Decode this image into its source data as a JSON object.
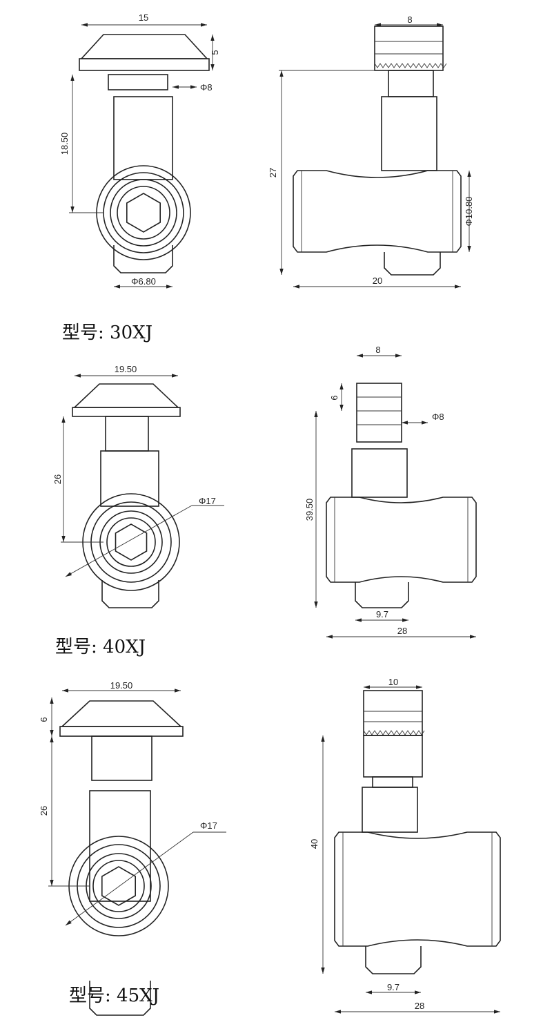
{
  "models": [
    {
      "label": "型号: 30XJ",
      "front": {
        "width": "15",
        "cap_height": "5",
        "neck_dia": "Φ8",
        "length": "18.50",
        "shaft_dia": "Φ6.80"
      },
      "side": {
        "head_width": "8",
        "height": "27",
        "body_dia": "Φ10.80",
        "body_length": "20"
      }
    },
    {
      "label": "型号: 40XJ",
      "front": {
        "width": "19.50",
        "length": "26",
        "ring_dia": "Φ17"
      },
      "side": {
        "head_width": "8",
        "head_height": "6",
        "neck_dia": "Φ8",
        "height": "39.50",
        "tip_width": "9.7",
        "body_length": "28"
      }
    },
    {
      "label": "型号: 45XJ",
      "front": {
        "width": "19.50",
        "cap_height": "6",
        "length": "26",
        "ring_dia": "Φ17"
      },
      "side": {
        "head_width": "10",
        "height": "40",
        "tip_width": "9.7",
        "body_length": "28"
      }
    }
  ]
}
